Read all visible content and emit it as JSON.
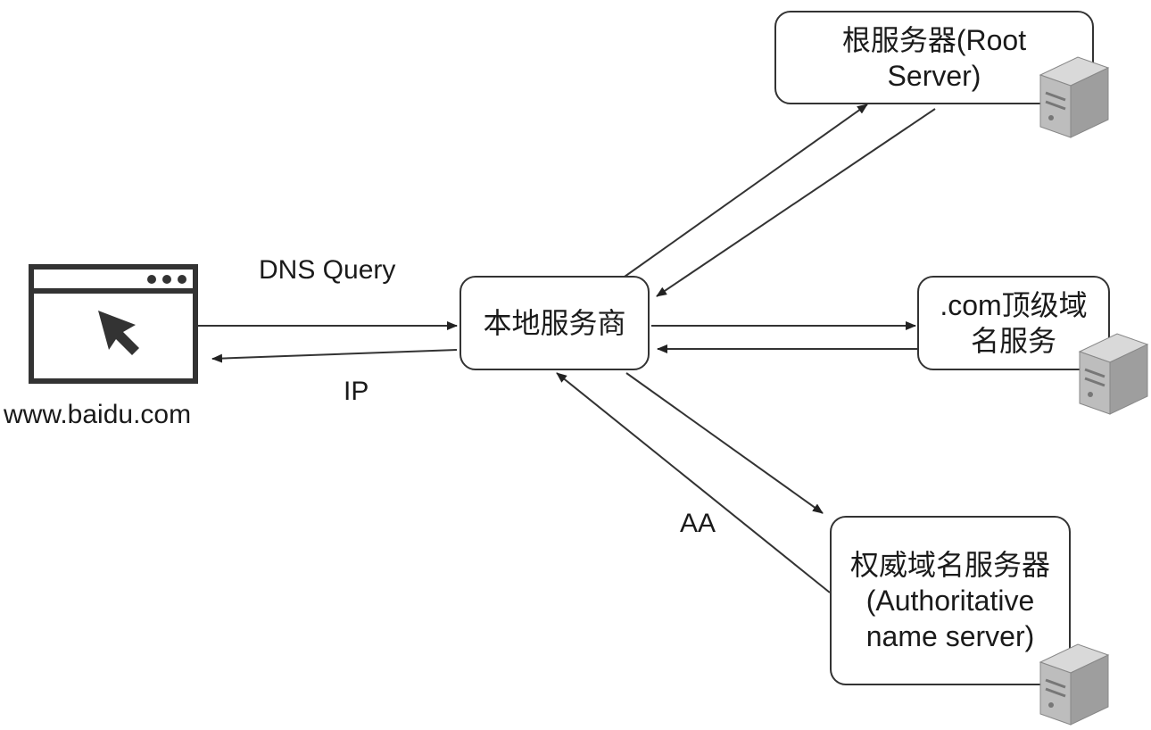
{
  "browser": {
    "caption": "www.baidu.com",
    "icon": "browser-window-cursor-icon"
  },
  "local": {
    "label": "本地服务商"
  },
  "root": {
    "line1": "根服务器(Root",
    "line2": "Server)"
  },
  "tld": {
    "line1": ".com顶级域",
    "line2": "名服务"
  },
  "auth": {
    "line1": "权威域名服务器",
    "line2": "(Authoritative",
    "line3": "name server)"
  },
  "edges": {
    "query": "DNS Query",
    "ip": "IP",
    "aa": "AA"
  },
  "icons": {
    "server": "server-tower-icon"
  }
}
